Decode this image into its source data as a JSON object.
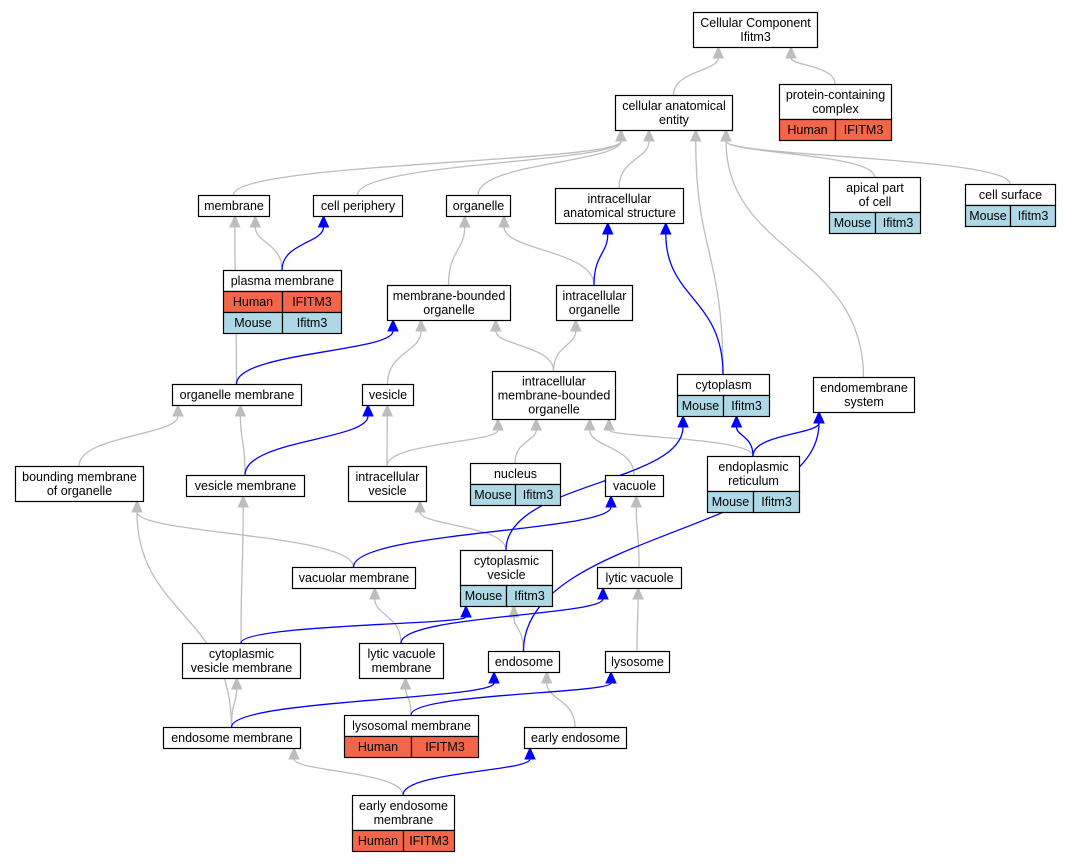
{
  "colors": {
    "gray_edge": "#bdbdbd",
    "blue_edge": "#0000ff",
    "human_fill": "#f46649",
    "mouse_fill": "#add8e6"
  },
  "nodes": {
    "root": {
      "lines": [
        "Cellular Component",
        "Ifitm3"
      ]
    },
    "protein_complex": {
      "lines": [
        "protein-containing",
        "complex"
      ]
    },
    "cae": {
      "lines": [
        "cellular anatomical",
        "entity"
      ]
    },
    "membrane": {
      "lines": [
        "membrane"
      ]
    },
    "cell_periphery": {
      "lines": [
        "cell periphery"
      ]
    },
    "organelle": {
      "lines": [
        "organelle"
      ]
    },
    "ias": {
      "lines": [
        "intracellular",
        "anatomical structure"
      ]
    },
    "apical": {
      "lines": [
        "apical part",
        "of cell"
      ]
    },
    "cell_surface": {
      "lines": [
        "cell surface"
      ]
    },
    "plasma_membrane": {
      "lines": [
        "plasma membrane"
      ]
    },
    "mbo": {
      "lines": [
        "membrane-bounded",
        "organelle"
      ]
    },
    "io": {
      "lines": [
        "intracellular",
        "organelle"
      ]
    },
    "org_membrane": {
      "lines": [
        "organelle membrane"
      ]
    },
    "vesicle": {
      "lines": [
        "vesicle"
      ]
    },
    "imbo": {
      "lines": [
        "intracellular",
        "membrane-bounded",
        "organelle"
      ]
    },
    "cytoplasm": {
      "lines": [
        "cytoplasm"
      ]
    },
    "endomembrane": {
      "lines": [
        "endomembrane",
        "system"
      ]
    },
    "bmo": {
      "lines": [
        "bounding membrane",
        "of organelle"
      ]
    },
    "vesicle_membrane": {
      "lines": [
        "vesicle membrane"
      ]
    },
    "iv": {
      "lines": [
        "intracellular",
        "vesicle"
      ]
    },
    "nucleus": {
      "lines": [
        "nucleus"
      ]
    },
    "vacuole": {
      "lines": [
        "vacuole"
      ]
    },
    "er": {
      "lines": [
        "endoplasmic",
        "reticulum"
      ]
    },
    "vac_membrane": {
      "lines": [
        "vacuolar membrane"
      ]
    },
    "cyt_vesicle": {
      "lines": [
        "cytoplasmic",
        "vesicle"
      ]
    },
    "lytic_vacuole": {
      "lines": [
        "lytic vacuole"
      ]
    },
    "cvm": {
      "lines": [
        "cytoplasmic",
        "vesicle membrane"
      ]
    },
    "lvm": {
      "lines": [
        "lytic vacuole",
        "membrane"
      ]
    },
    "endosome": {
      "lines": [
        "endosome"
      ]
    },
    "lysosome": {
      "lines": [
        "lysosome"
      ]
    },
    "endosome_membrane": {
      "lines": [
        "endosome membrane"
      ]
    },
    "lysosomal_membrane": {
      "lines": [
        "lysosomal membrane"
      ]
    },
    "early_endosome": {
      "lines": [
        "early endosome"
      ]
    },
    "eem": {
      "lines": [
        "early endosome",
        "membrane"
      ]
    }
  },
  "annotations": {
    "protein_complex": [
      [
        "Human",
        "IFITM3"
      ]
    ],
    "apical": [
      [
        "Mouse",
        "Ifitm3"
      ]
    ],
    "cell_surface": [
      [
        "Mouse",
        "Ifitm3"
      ]
    ],
    "plasma_membrane": [
      [
        "Human",
        "IFITM3"
      ],
      [
        "Mouse",
        "Ifitm3"
      ]
    ],
    "cytoplasm": [
      [
        "Mouse",
        "Ifitm3"
      ]
    ],
    "nucleus": [
      [
        "Mouse",
        "Ifitm3"
      ]
    ],
    "er": [
      [
        "Mouse",
        "Ifitm3"
      ]
    ],
    "cyt_vesicle": [
      [
        "Mouse",
        "Ifitm3"
      ]
    ],
    "lysosomal_membrane": [
      [
        "Human",
        "IFITM3"
      ]
    ],
    "eem": [
      [
        "Human",
        "IFITM3"
      ]
    ]
  },
  "edges": {
    "gray": [
      [
        "protein_complex",
        "root"
      ],
      [
        "cae",
        "root"
      ],
      [
        "membrane",
        "cae"
      ],
      [
        "cell_periphery",
        "cae"
      ],
      [
        "organelle",
        "cae"
      ],
      [
        "ias",
        "cae"
      ],
      [
        "apical",
        "cae"
      ],
      [
        "cell_surface",
        "cae"
      ],
      [
        "cytoplasm",
        "cae"
      ],
      [
        "endomembrane",
        "cae"
      ],
      [
        "plasma_membrane",
        "membrane"
      ],
      [
        "mbo",
        "organelle"
      ],
      [
        "io",
        "organelle"
      ],
      [
        "org_membrane",
        "membrane"
      ],
      [
        "vesicle",
        "mbo"
      ],
      [
        "imbo",
        "mbo"
      ],
      [
        "imbo",
        "io"
      ],
      [
        "bmo",
        "org_membrane"
      ],
      [
        "vesicle_membrane",
        "org_membrane"
      ],
      [
        "iv",
        "vesicle"
      ],
      [
        "iv",
        "imbo"
      ],
      [
        "nucleus",
        "imbo"
      ],
      [
        "vacuole",
        "imbo"
      ],
      [
        "er",
        "imbo"
      ],
      [
        "vac_membrane",
        "bmo"
      ],
      [
        "cyt_vesicle",
        "iv"
      ],
      [
        "lytic_vacuole",
        "vacuole"
      ],
      [
        "cvm",
        "vesicle_membrane"
      ],
      [
        "lvm",
        "vac_membrane"
      ],
      [
        "endosome",
        "cyt_vesicle"
      ],
      [
        "lysosome",
        "lytic_vacuole"
      ],
      [
        "endosome_membrane",
        "cvm"
      ],
      [
        "endosome_membrane",
        "bmo"
      ],
      [
        "lysosomal_membrane",
        "lvm"
      ],
      [
        "early_endosome",
        "endosome"
      ],
      [
        "eem",
        "endosome_membrane"
      ]
    ],
    "blue": [
      [
        "plasma_membrane",
        "cell_periphery"
      ],
      [
        "io",
        "ias"
      ],
      [
        "cytoplasm",
        "ias"
      ],
      [
        "org_membrane",
        "mbo"
      ],
      [
        "vesicle_membrane",
        "vesicle"
      ],
      [
        "er",
        "cytoplasm"
      ],
      [
        "er",
        "endomembrane"
      ],
      [
        "vac_membrane",
        "vacuole"
      ],
      [
        "cyt_vesicle",
        "cytoplasm"
      ],
      [
        "cvm",
        "cyt_vesicle"
      ],
      [
        "lvm",
        "lytic_vacuole"
      ],
      [
        "endosome",
        "endomembrane"
      ],
      [
        "endosome_membrane",
        "endosome"
      ],
      [
        "lysosomal_membrane",
        "lysosome"
      ],
      [
        "eem",
        "early_endosome"
      ]
    ]
  }
}
